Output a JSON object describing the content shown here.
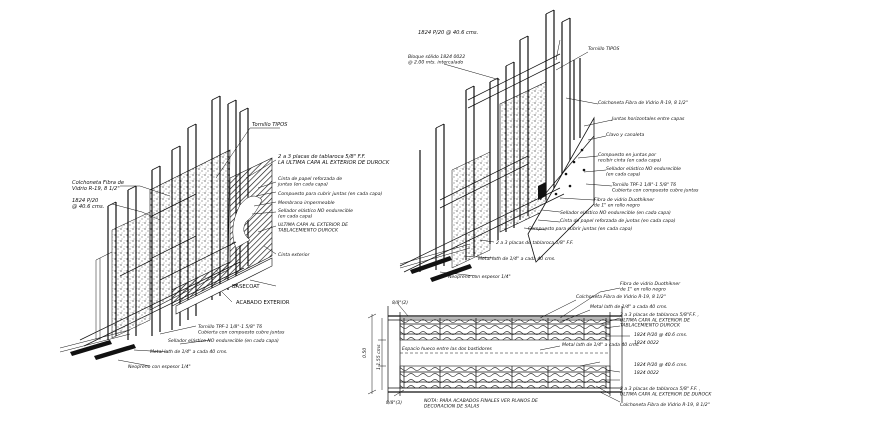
{
  "left_detail": {
    "labels": {
      "tornillo_top": "Tornillo TIPOS",
      "colchoneta": "Colchoneta Fibra de\nVidrio R-19, 8 1/2\"",
      "perfil": "1824 P/20\n@ 40.6 cms.",
      "placas": "2 a 3 placas de tablaroca 5/8\" F.F.\nLA ULTIMA CAPA AL EXTERIOR DE DUROCK",
      "cinta_papel": "Cinta de papel reforzada de\njuntas (en cada capa)",
      "compuesto": "Compuesto para cubrir juntas (en cada capa)",
      "membrana": "Membrana impermeable",
      "sellador": "Sellador elástico NO endurecible\n(en cada capa)",
      "ultima_capa": "ULTIMA CAPA AL EXTERIOR DE\nTABLACEMIENTO DUROCK",
      "cinta_exterior": "Cinta exterior",
      "basecoat": "BASECOAT",
      "acabado": "ACABADO EXTERIOR",
      "tornillo_bot": "Tornillo TPF-1 1/8\"-1 5/8\" T6\nCubierta con compuesto cubre juntas",
      "sellador2": "Sellador elástico NO endurecible (en cada capa)",
      "metal": "Metal lath de 1/4\" a cada 40 cms.",
      "neopreno": "Neopreno con espesor 1/4\""
    }
  },
  "right_detail": {
    "labels": {
      "perfil_top": "1824 P/20 @ 40.6 cms.",
      "bloque": "Bloque sólido 1824 0022\n@ 2.00 mts. intercalado",
      "tornillo": "Tornillo TIPOS",
      "colchoneta": "Colchoneta Fibra de Vidrio R-19, 8 1/2\"",
      "juntas": "Juntas horizontales entre capas",
      "clavo": "Clavo y canaleta",
      "compuesto": "Compuesto en juntas por\nrecibir cinta (en cada capa)",
      "sellador": "Sellador elástico NO endurecible\n(en cada capa)",
      "tornillo2": "Tornillo TPF-1 1/8\"-1 5/8\" T6\nCubierta con compuesto cubre juntas",
      "fibra": "Fibra de vidrio Duothikner\nde 1\" en rollo negro",
      "sellador3": "Sellador elástico NO endurecible (en cada capa)",
      "cinta": "Cinta de papel reforzada de juntas (en cada capa)",
      "compuesto2": "Compuesto para cubrir juntas (en cada capa)",
      "placas": "2 a 3 placas de tablaroca 5/8\" F.F.",
      "metal": "Metal lath de 1/4\" a cada 40 cms.",
      "neopreno": "Neopreno con espesor 1/4\""
    }
  },
  "plan_section": {
    "labels": {
      "top_ref": "8/8\"(2)",
      "fibra": "Fibra de vidrio Duothikner\nde 1\" en rollo negro",
      "colchoneta": "Colchoneta Fibra de Vidrio R-19, 8 1/2\"",
      "metal": "Metal lath de 1/4\" a cada 40 cms.",
      "placas": "2 a 3 placas de tablaroca 5/8\"F.F. ,\nULTIMA CAPA AL EXTERIOR DE\nTABLACEMIENTO DUROCK",
      "perfil": "1824 P/20 @ 40.6 cms.",
      "perfil2": "1824 0022",
      "espacio": "Espacio hueco entre las dos bastidores",
      "metal2": "Metal lath de 1/4\" a cada 40 cms.",
      "perfil3": "1824 P/20 @ 40.6 cms.",
      "perfil4": "1824 0022",
      "placas2": "2 a 3 placas de tablaroca 5/8\" F.F. ,\nULTIMA CAPA AL EXTERIOR DE DUROCK",
      "colchoneta2": "Colchoneta Fibra de Vidrio R-19, 8 1/2\"",
      "bottom_ref": "8/8\"(3)",
      "nota": "NOTA: PARA ACABADOS FINALES VER PLANOS DE\nDECORACION DE SALAS",
      "dim_total": "0.50",
      "dim_mid": "1 1.55 cms"
    }
  }
}
